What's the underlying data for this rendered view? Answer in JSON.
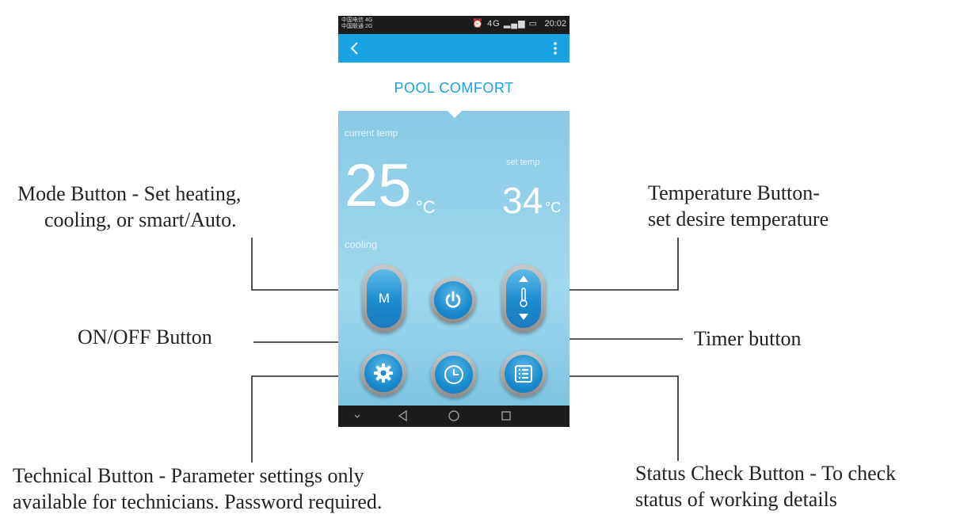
{
  "phone": {
    "status_bar": {
      "carrier_line_1": "中国电信 4G",
      "carrier_line_2": "中国联通 2G",
      "network": "4G",
      "time": "20:02"
    },
    "app_bar": {
      "back_icon": "chevron-left-icon",
      "menu_icon": "more-vertical-icon"
    },
    "title": "POOL COMFORT",
    "current_temp": {
      "label": "current temp",
      "value": "25",
      "unit": "°C"
    },
    "set_temp": {
      "label": "set temp",
      "value": "34",
      "unit": "°C"
    },
    "mode_status": "cooling",
    "buttons": {
      "mode": {
        "label": "M",
        "icon": "mode-icon"
      },
      "power": {
        "icon": "power-icon"
      },
      "temperature": {
        "icon": "thermometer-updown-icon"
      },
      "technical": {
        "icon": "gear-icon"
      },
      "timer": {
        "icon": "clock-icon"
      },
      "status": {
        "icon": "list-icon"
      }
    },
    "nav_bar": [
      "chevron-down-icon",
      "back-triangle-icon",
      "home-circle-icon",
      "recents-square-icon"
    ],
    "colors": {
      "accent": "#1aa3e3",
      "panel": "#9ad4ec",
      "button": "#1b8ccf"
    }
  },
  "callouts": {
    "mode": [
      "Mode Button - Set heating,",
      "cooling, or smart/Auto."
    ],
    "temperature": [
      "Temperature Button-",
      "set desire temperature"
    ],
    "onoff": "ON/OFF Button",
    "timer": "Timer button",
    "technical": [
      "Technical Button - Parameter settings only",
      "available for technicians. Password required."
    ],
    "status": [
      "Status Check Button - To check",
      "status of working details"
    ]
  }
}
